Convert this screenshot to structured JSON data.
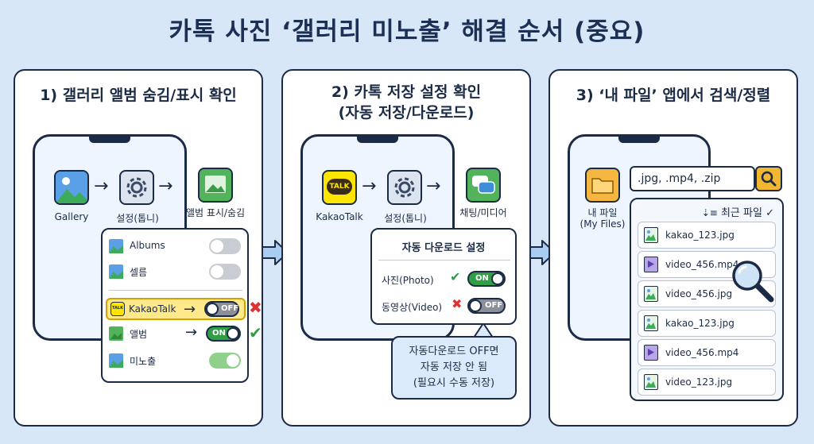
{
  "title": "카톡 사진 ‘갤러리 미노출’ 해결 순서 (중요)",
  "panel1": {
    "title": "1) 갤러리 앨범 숨김/표시 확인",
    "flow": {
      "gallery": "Gallery",
      "settings": "설정(톱니)",
      "album": "앨범 표시/숨김"
    },
    "list": [
      {
        "label": "Albums",
        "state": "off"
      },
      {
        "label": "셀름",
        "state": "off"
      },
      {
        "label": "KakaoTalk",
        "state": "OFF"
      },
      {
        "label": "앨범",
        "state": "ON"
      },
      {
        "label": "미노출",
        "state": "on"
      }
    ],
    "off_text": "OFF",
    "on_text": "ON"
  },
  "panel2": {
    "title_line1": "2) 카톡 저장 설정 확인",
    "title_line2": "(자동 저장/다운로드)",
    "flow": {
      "kakao": "KakaoTalk",
      "settings": "설정(톱니)",
      "chat": "채팅/미디어"
    },
    "talk_badge": "TALK",
    "card_title": "자동 다운로드 설정",
    "photo_label": "사진(Photo)",
    "photo_state": "ON",
    "video_label": "동영상(Video)",
    "video_state": "OFF",
    "note": [
      "자동다운로드 OFF면",
      "자동 저장 안 됨",
      "(필요시 수동 저장)"
    ]
  },
  "panel3": {
    "title": "3) ‘내 파일’ 앱에서 검색/정렬",
    "myfiles_line1": "내 파일",
    "myfiles_line2": "(My Files)",
    "search_query": ".jpg, .mp4, .zip",
    "sort_label": "최근 파일",
    "files": [
      {
        "name": "kakao_123.jpg",
        "kind": "image"
      },
      {
        "name": "video_456.mp4",
        "kind": "video"
      },
      {
        "name": "video_456.jpg",
        "kind": "image"
      },
      {
        "name": "kakao_123.jpg",
        "kind": "image"
      },
      {
        "name": "video_456.mp4",
        "kind": "video"
      },
      {
        "name": "video_123.jpg",
        "kind": "image"
      }
    ]
  },
  "colors": {
    "on": "#2f9e44",
    "off": "#8a8f98",
    "kakao": "#fde500",
    "accent_arrow": "#a9cdf0",
    "error": "#e03131"
  }
}
